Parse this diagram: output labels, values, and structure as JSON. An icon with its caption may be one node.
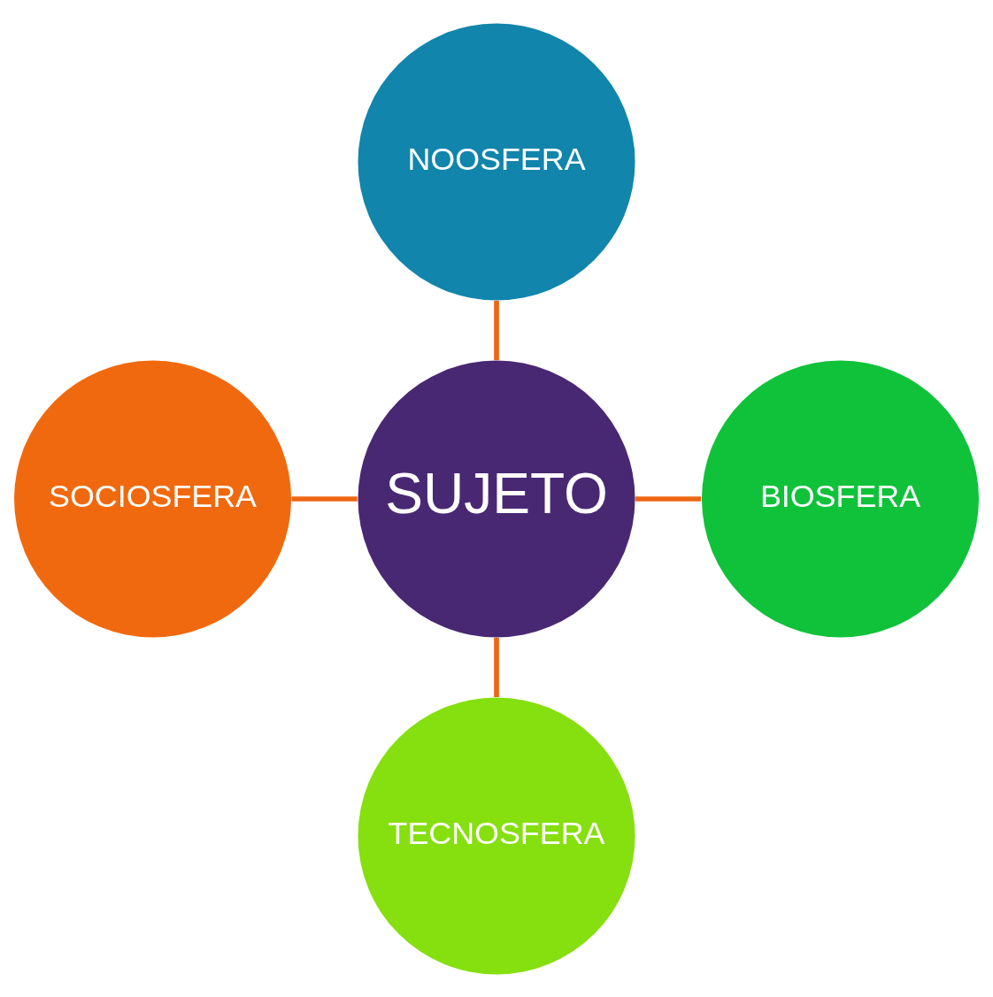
{
  "diagram": {
    "nodes": [
      {
        "text": [
          "NOOSFERA"
        ]
      },
      {
        "text": [
          "SOCIOSFERA"
        ]
      },
      {
        "text": [
          "SUJETO"
        ]
      },
      {
        "text": [
          "BIOSFERA"
        ]
      },
      {
        "text": [
          "TECNOSFERA"
        ]
      }
    ],
    "edges": [
      {
        "from": 0,
        "to": 2,
        "arrow": "none"
      },
      {
        "from": 1,
        "to": 2,
        "arrow": "none"
      },
      {
        "from": 2,
        "to": 3,
        "arrow": "none"
      },
      {
        "from": 2,
        "to": 4,
        "arrow": "none"
      }
    ]
  }
}
